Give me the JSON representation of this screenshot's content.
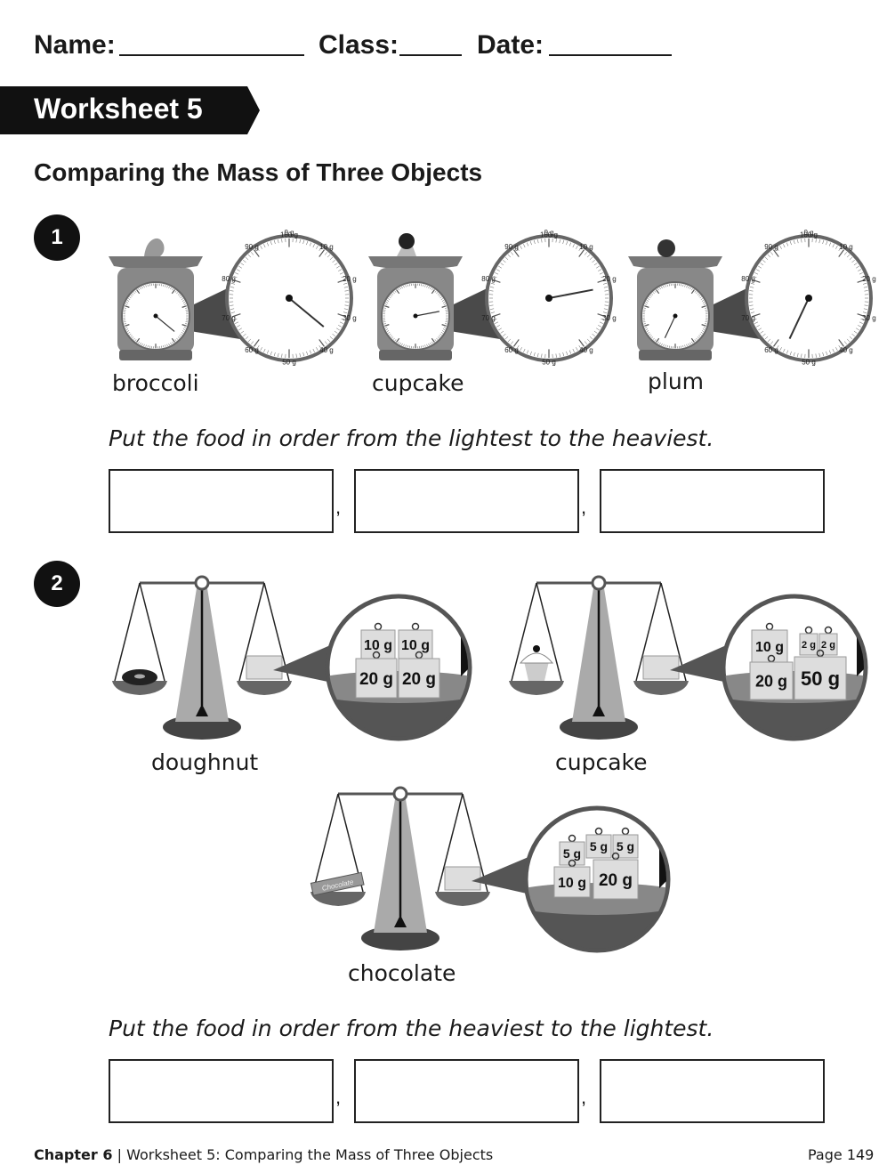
{
  "header": {
    "name_label": "Name:",
    "class_label": "Class:",
    "date_label": "Date:"
  },
  "worksheet_title": "Worksheet 5",
  "subtitle": "Comparing the Mass of Three Objects",
  "question1": {
    "number": "1",
    "items": [
      {
        "label": "broccoli",
        "reading_g": 36
      },
      {
        "label": "cupcake",
        "reading_g": 22
      },
      {
        "label": "plum",
        "reading_g": 57
      }
    ],
    "dial_ticks": [
      "0 g",
      "10 g",
      "20 g",
      "30 g",
      "40 g",
      "50 g",
      "60 g",
      "70 g",
      "80 g",
      "90 g",
      "100 g"
    ],
    "instruction": "Put the food in order from the lightest to the heaviest.",
    "answer_separator": ","
  },
  "question2": {
    "number": "2",
    "items": [
      {
        "label": "doughnut",
        "weights": [
          "10 g",
          "10 g",
          "20 g",
          "20 g"
        ]
      },
      {
        "label": "cupcake",
        "weights": [
          "10 g",
          "2 g",
          "2 g",
          "20 g",
          "50 g"
        ]
      },
      {
        "label": "chocolate",
        "weights": [
          "5 g",
          "5 g",
          "5 g",
          "10 g",
          "20 g"
        ]
      }
    ],
    "chocolate_wrapper_text": "Chocolate",
    "instruction": "Put the food in order from the heaviest to the lightest.",
    "answer_separator": ","
  },
  "footer": {
    "chapter": "Chapter 6",
    "separator": "|",
    "title": "Worksheet 5: Comparing the Mass of Three Objects",
    "page": "Page 149"
  }
}
